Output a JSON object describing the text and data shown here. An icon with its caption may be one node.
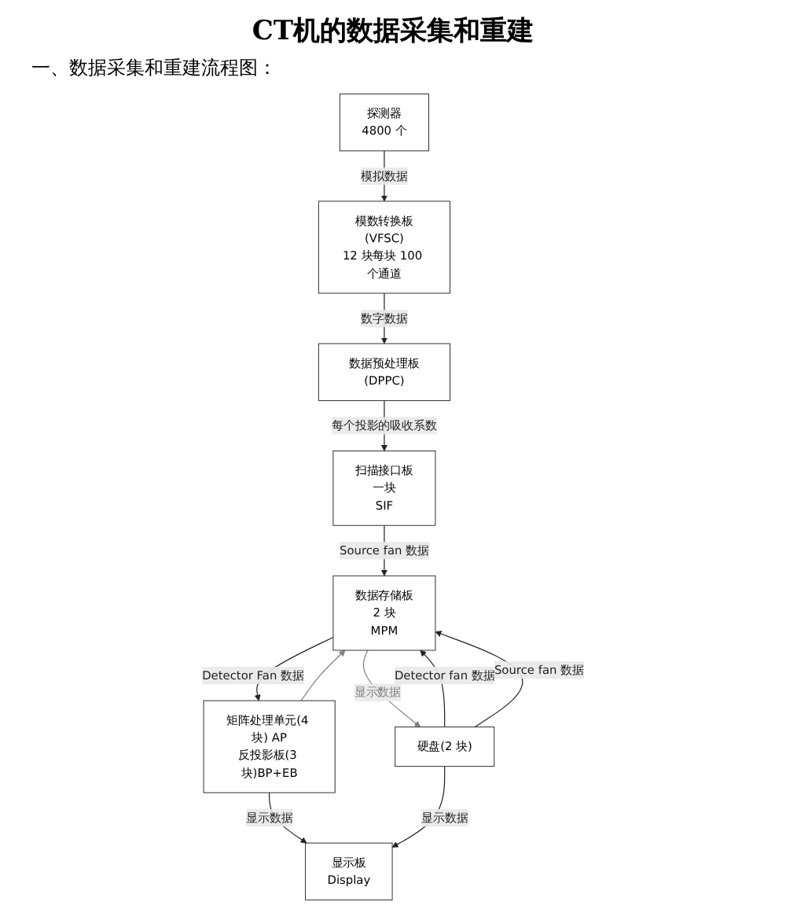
{
  "diagram": {
    "title": "CT机的数据采集和重建",
    "nodes": [
      {
        "text": [
          "探测器",
          "4800 个"
        ]
      },
      {
        "text": [
          "模数转换板",
          "(VFSC)",
          "12 块每块 100 个通道"
        ]
      },
      {
        "text": [
          "数据预处理板(DPPC)"
        ]
      },
      {
        "text": [
          "矩阵处理单元(4 块) AP",
          "反投影板(3 块)BP+EB"
        ]
      },
      {
        "text": [
          "数据存储板",
          "2 块",
          "MPM"
        ]
      },
      {
        "text": [
          "扫描接口板",
          "一块",
          "SIF"
        ]
      },
      {
        "text": [
          "显示板",
          "Display"
        ]
      },
      {
        "text": [
          "硬盘(2 块)"
        ]
      }
    ],
    "edges": [
      {
        "from": 0,
        "to": 1,
        "arrow": "to",
        "label": "模拟数据"
      },
      {
        "from": 1,
        "to": 2,
        "arrow": "to",
        "label": "数字数据"
      },
      {
        "from": 2,
        "to": 5,
        "arrow": "to",
        "label": "每个投影的吸收系数"
      },
      {
        "from": 5,
        "to": 4,
        "arrow": "to",
        "label": "Source fan 数据"
      },
      {
        "from": 4,
        "to": 3,
        "arrow": "to",
        "label": "Detector Fan 数据"
      },
      {
        "from": 3,
        "to": 4,
        "arrow": "to",
        "color": "#808080"
      },
      {
        "from": 3,
        "to": 6,
        "arrow": "to",
        "label": "显示数据"
      },
      {
        "from": 4,
        "to": 7,
        "arrow": "to",
        "label": "显示数据",
        "color": "#808080"
      },
      {
        "from": 7,
        "to": 4,
        "arrow": "to",
        "label": "Detector fan 数据"
      },
      {
        "from": 7,
        "to": 4,
        "arrow": "to",
        "label": "Source fan 数据"
      },
      {
        "from": 7,
        "to": 6,
        "arrow": "to",
        "label": "显示数据"
      }
    ],
    "labels": [
      "一、数据采集和重建流程图："
    ]
  }
}
